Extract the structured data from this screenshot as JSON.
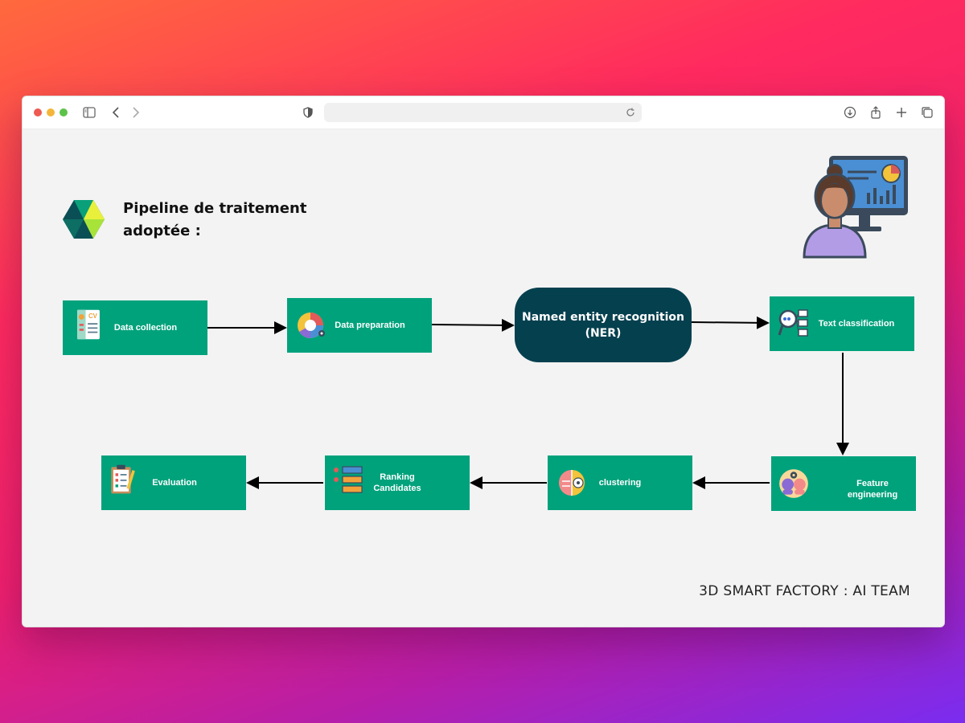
{
  "heading": {
    "line1": "Pipeline de traitement",
    "line2": "adoptée :"
  },
  "steps": {
    "data_collection": "Data collection",
    "data_preparation": "Data preparation",
    "ner_line1": "Named entity recognition",
    "ner_line2": "(NER)",
    "text_classification": "Text classification",
    "feature_engineering": "Feature engineering",
    "clustering": "clustering",
    "ranking_line1": "Ranking",
    "ranking_line2": "Candidates",
    "evaluation": "Evaluation"
  },
  "icons": {
    "logo": "cube-logo-icon",
    "person": "analyst-monitor-icon",
    "data_collection": "cv-document-icon",
    "data_preparation": "donut-chart-icon",
    "text_classification": "magnifier-list-icon",
    "feature_engineering": "heads-gears-icon",
    "clustering": "brain-icon",
    "ranking": "ranking-list-icon",
    "evaluation": "clipboard-checklist-icon"
  },
  "colors": {
    "box": "#00a27c",
    "ner": "#05404f"
  },
  "footer": "3D SMART FACTORY : AI TEAM"
}
